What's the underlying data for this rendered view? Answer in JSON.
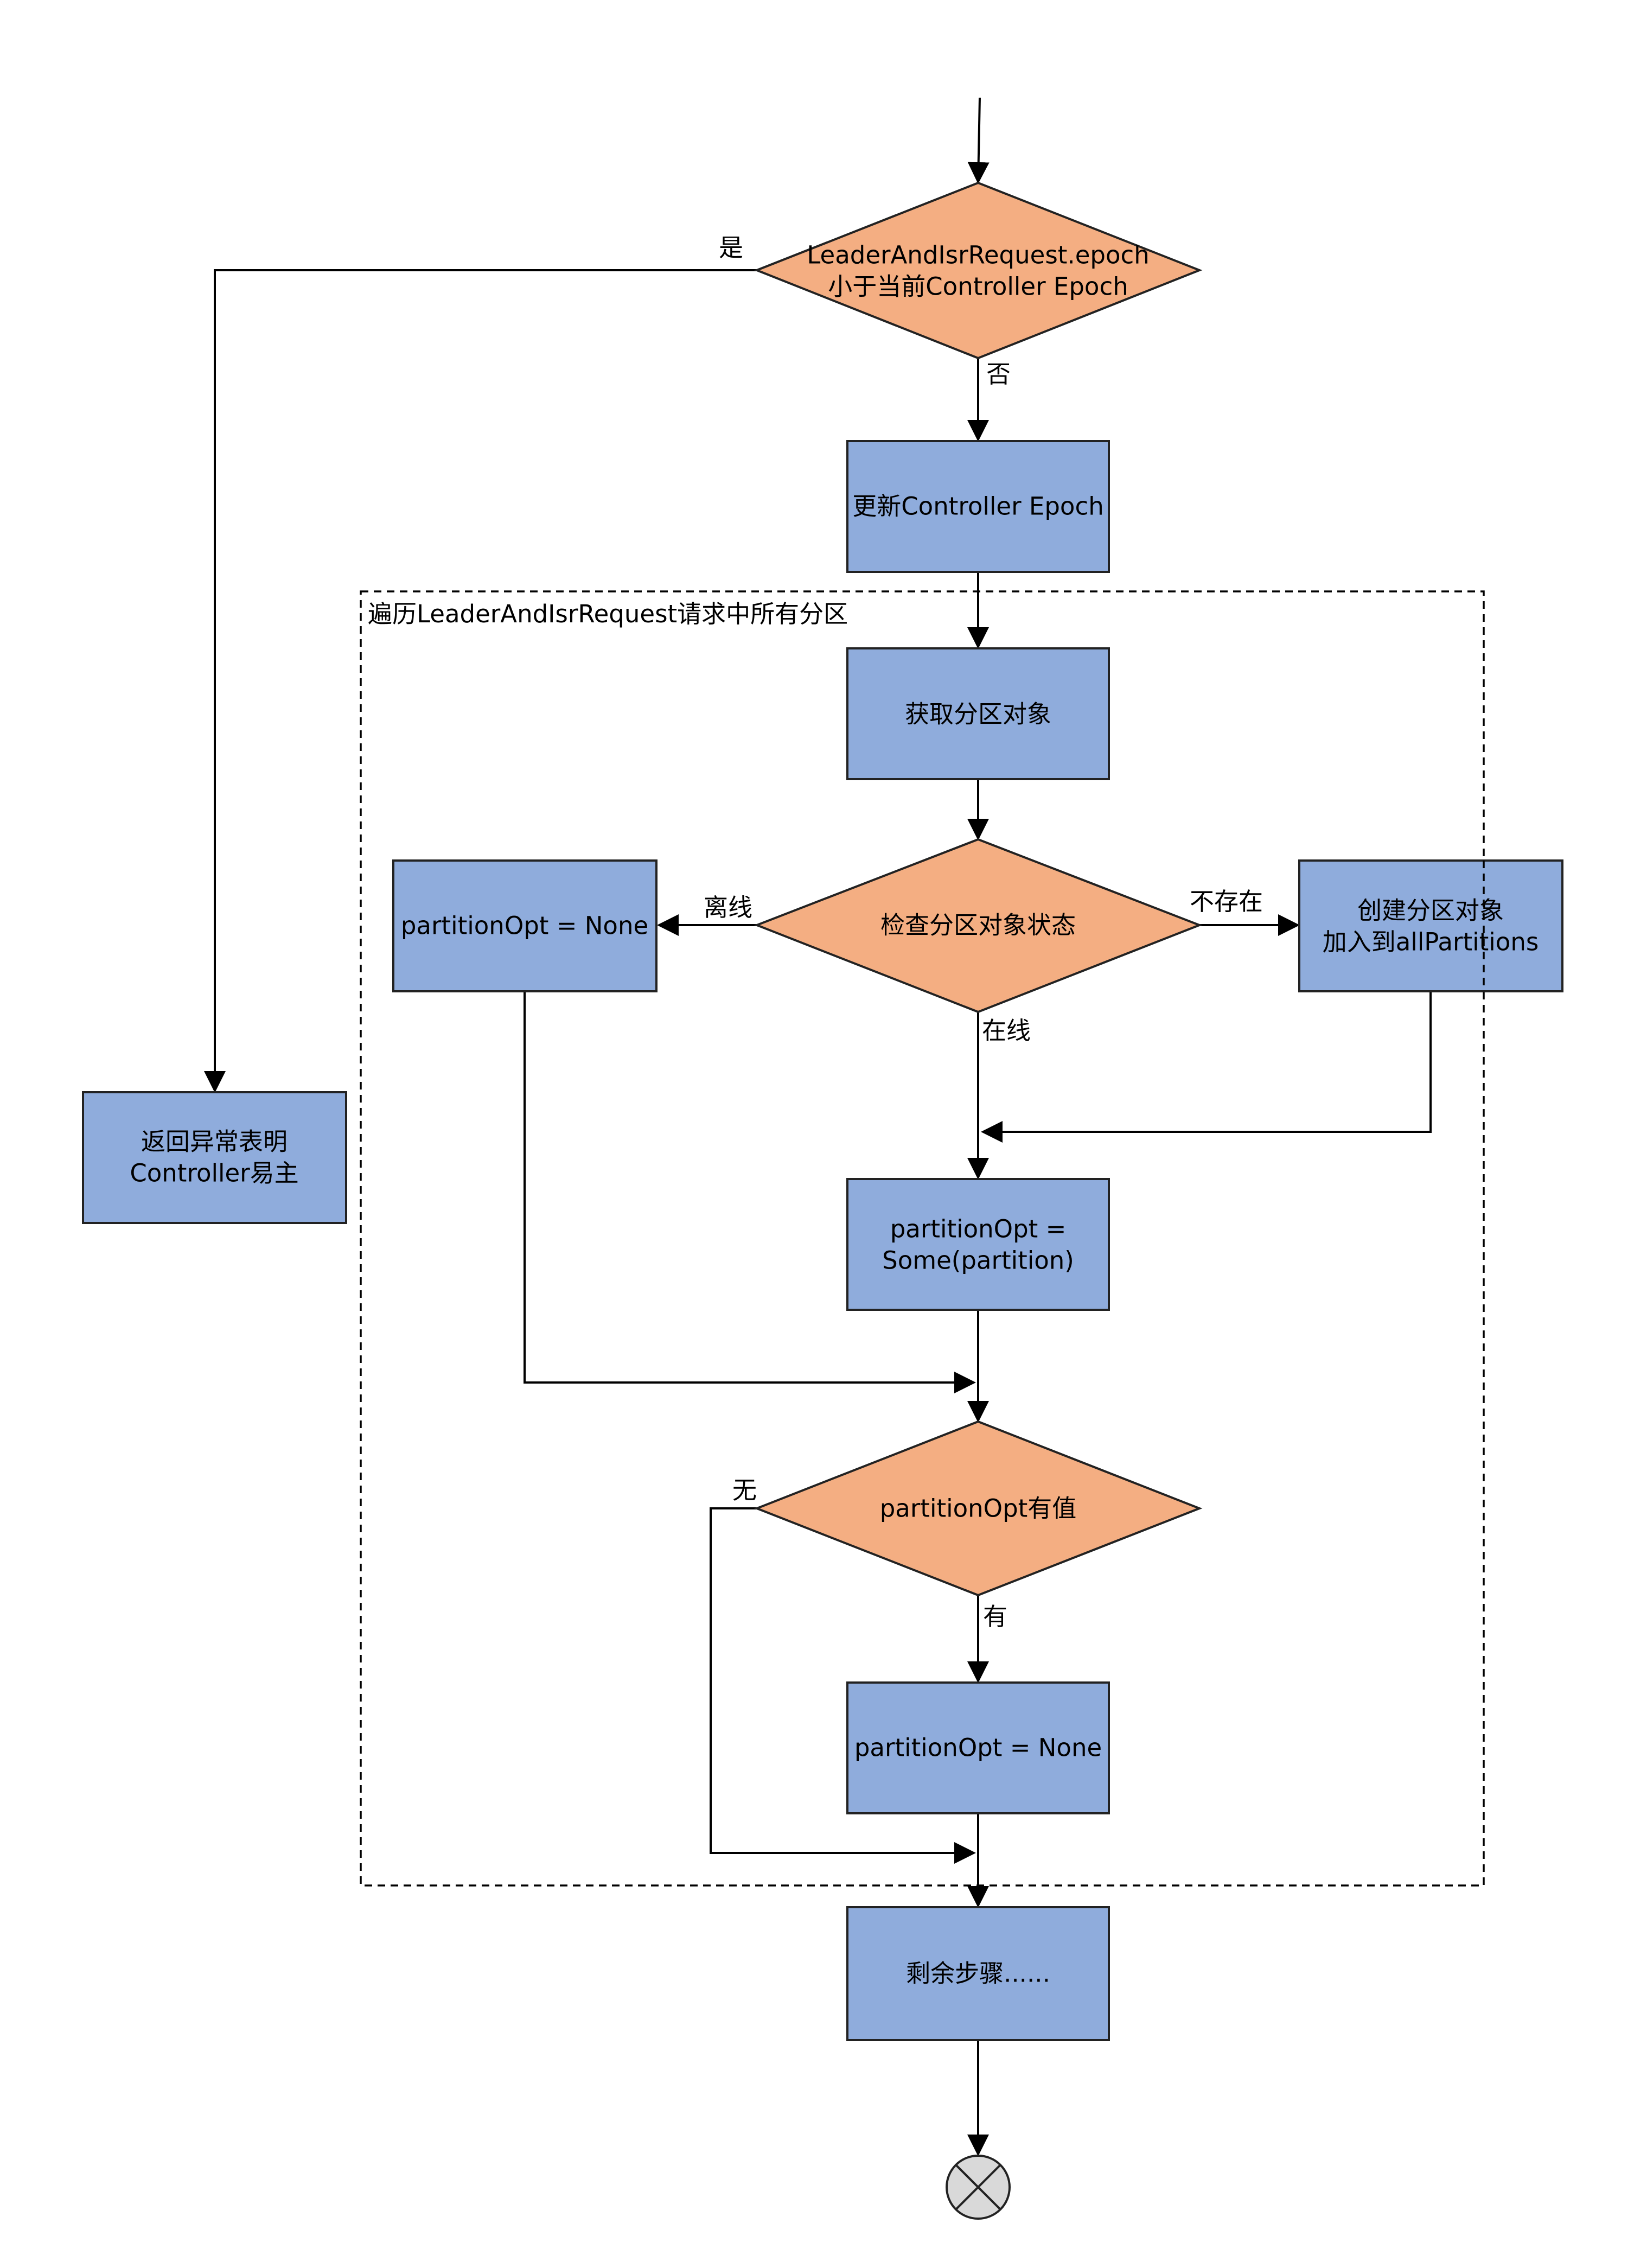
{
  "nodes": {
    "epoch_check": {
      "line1": "LeaderAndIsrRequest.epoch",
      "line2": "小于当前Controller Epoch"
    },
    "update_epoch": {
      "label": "更新Controller Epoch"
    },
    "return_error": {
      "line1": "返回异常表明",
      "line2": "Controller易主"
    },
    "loop_group": {
      "label": "遍历LeaderAndIsrRequest请求中所有分区"
    },
    "get_partition": {
      "label": "获取分区对象"
    },
    "check_state": {
      "label": "检查分区对象状态"
    },
    "offline_none": {
      "label": "partitionOpt = None"
    },
    "create_partition": {
      "line1": "创建分区对象",
      "line2": "加入到allPartitions"
    },
    "some_partition": {
      "line1": "partitionOpt =",
      "line2": "Some(partition)"
    },
    "has_value": {
      "label": "partitionOpt有值"
    },
    "set_none": {
      "label": "partitionOpt = None"
    },
    "remaining": {
      "label": "剩余步骤......"
    }
  },
  "edge_labels": {
    "yes": "是",
    "no": "否",
    "offline": "离线",
    "not_exist": "不存在",
    "online": "在线",
    "none": "无",
    "has": "有"
  },
  "colors": {
    "process_fill": "#8facdc",
    "decision_fill": "#f4ae82",
    "end_fill": "#d9d9d9",
    "stroke": "#222222"
  },
  "icons": {
    "end": "end-cross-circle-icon"
  }
}
